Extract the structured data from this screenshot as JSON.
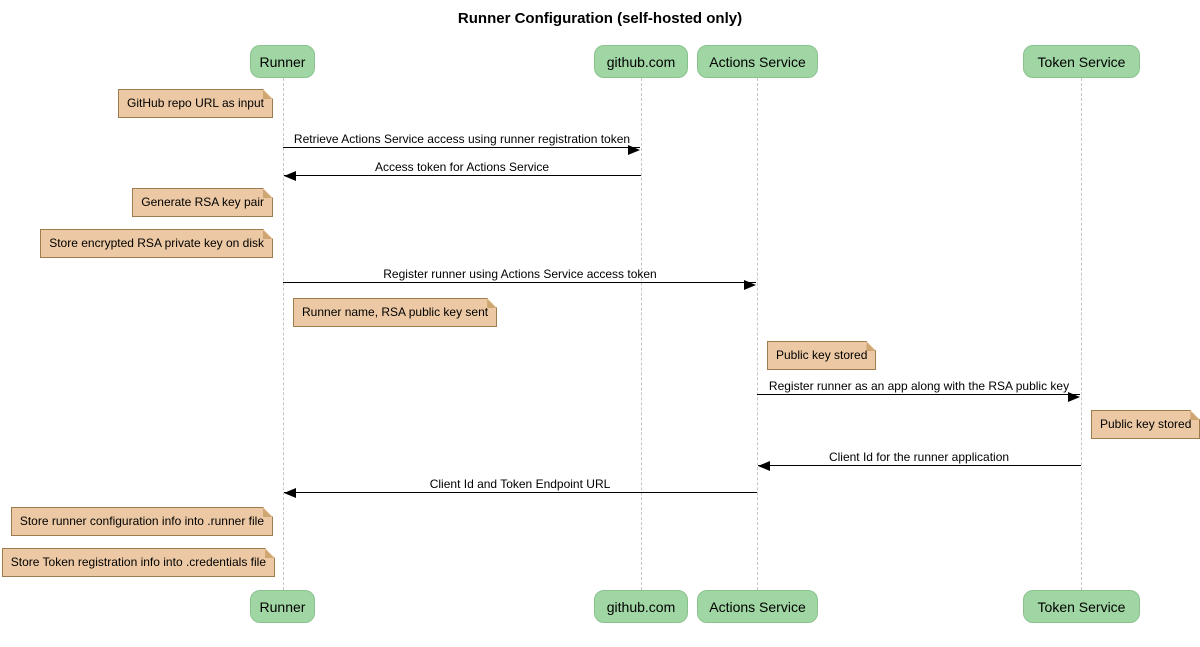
{
  "title": "Runner Configuration (self-hosted only)",
  "participants": [
    {
      "id": "runner",
      "label": "Runner"
    },
    {
      "id": "github",
      "label": "github.com"
    },
    {
      "id": "actions",
      "label": "Actions Service"
    },
    {
      "id": "token",
      "label": "Token Service"
    }
  ],
  "messages": [
    {
      "from": "Runner",
      "to": "github.com",
      "label": "Retrieve Actions Service access using runner registration token"
    },
    {
      "from": "github.com",
      "to": "Runner",
      "label": "Access token for Actions Service"
    },
    {
      "from": "Runner",
      "to": "Actions Service",
      "label": "Register runner using Actions Service access token"
    },
    {
      "from": "Actions Service",
      "to": "Token Service",
      "label": "Register runner as an app along with the RSA public key"
    },
    {
      "from": "Token Service",
      "to": "Actions Service",
      "label": "Client Id for the runner application"
    },
    {
      "from": "Actions Service",
      "to": "Runner",
      "label": "Client Id and Token Endpoint URL"
    }
  ],
  "notes": [
    {
      "position": "left of Runner",
      "label": "GitHub repo URL as input"
    },
    {
      "position": "left of Runner",
      "label": "Generate RSA key pair"
    },
    {
      "position": "left of Runner",
      "label": "Store encrypted RSA private key on disk"
    },
    {
      "position": "right of Runner",
      "label": "Runner name, RSA public key sent"
    },
    {
      "position": "right of Actions Service",
      "label": "Public key stored"
    },
    {
      "position": "right of Token Service",
      "label": "Public key stored"
    },
    {
      "position": "left of Runner",
      "label": "Store runner configuration info into .runner file"
    },
    {
      "position": "left of Runner",
      "label": "Store Token registration info into .credentials file"
    }
  ],
  "colors": {
    "participant_fill": "#a0d6a3",
    "participant_border": "#8ac28e",
    "note_fill": "#ecc9a4",
    "note_border": "#9e7c4e",
    "note_fold": "#cda671",
    "lifeline": "#c6c6c6",
    "arrow": "#000000"
  }
}
